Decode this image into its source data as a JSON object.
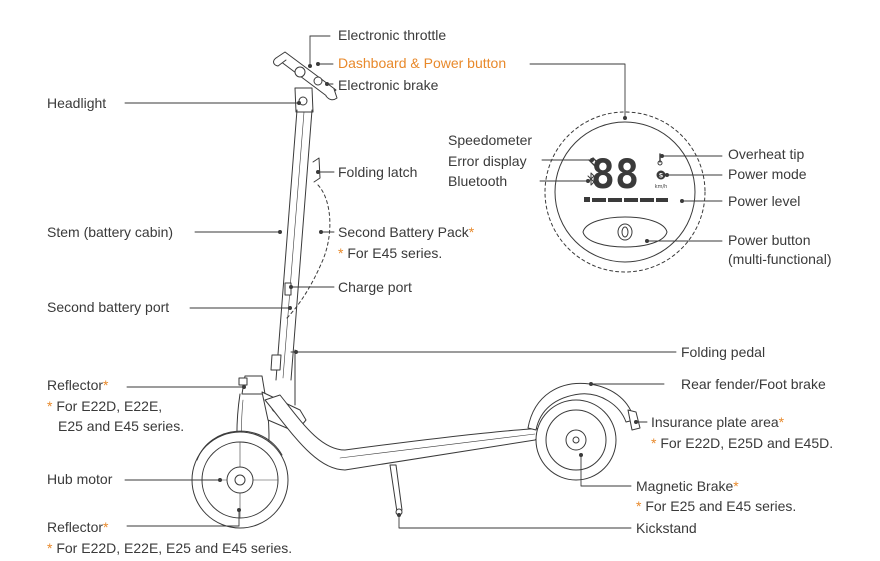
{
  "labels": {
    "electronic_throttle": "Electronic throttle",
    "dashboard_power": "Dashboard & Power button",
    "electronic_brake": "Electronic brake",
    "headlight": "Headlight",
    "folding_latch": "Folding latch",
    "stem": "Stem (battery cabin)",
    "second_battery_pack": "Second Battery Pack",
    "second_battery_pack_note": "For E45 series.",
    "charge_port": "Charge port",
    "second_battery_port": "Second battery port",
    "reflector_top": "Reflector",
    "reflector_top_note_1": "For E22D, E22E,",
    "reflector_top_note_2": "E25 and E45 series.",
    "hub_motor": "Hub motor",
    "reflector_bottom": "Reflector",
    "reflector_bottom_note": "For E22D, E22E, E25 and E45 series.",
    "speedometer": "Speedometer",
    "error_display": "Error display",
    "bluetooth": "Bluetooth",
    "overheat_tip": "Overheat tip",
    "power_mode": "Power mode",
    "power_level": "Power level",
    "power_button": "Power button",
    "power_button_sub": "(multi-functional)",
    "folding_pedal": "Folding pedal",
    "rear_fender": "Rear fender/Foot brake",
    "insurance_plate": "Insurance plate area",
    "insurance_plate_note": "For E22D, E25D and E45D.",
    "magnetic_brake": "Magnetic Brake",
    "magnetic_brake_note": "For E25 and E45 series.",
    "kickstand": "Kickstand",
    "star": "*"
  },
  "display": {
    "speed_digits": "88",
    "speed_unit": "km/h",
    "mode_letter": "S"
  },
  "colors": {
    "line": "#3a3a3a",
    "accent": "#e8892b",
    "body": "#ffffff"
  }
}
